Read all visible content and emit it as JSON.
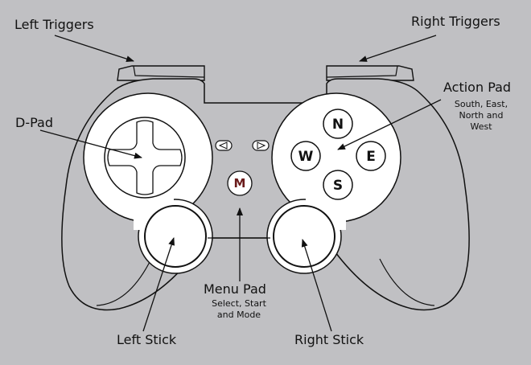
{
  "labels": {
    "left_triggers": "Left Triggers",
    "right_triggers": "Right Triggers",
    "action_pad": "Action Pad",
    "action_pad_sub": [
      "South, East,",
      "North and",
      "West"
    ],
    "d_pad": "D-Pad",
    "menu_pad": "Menu Pad",
    "menu_pad_sub": [
      "Select, Start",
      "and Mode"
    ],
    "left_stick": "Left Stick",
    "right_stick": "Right Stick"
  },
  "buttons": {
    "north": "N",
    "east": "E",
    "south": "S",
    "west": "W",
    "menu": "M"
  },
  "colors": {
    "background": "#c0c0c3",
    "controller_fill": "#ffffff",
    "outline": "#111111",
    "menu_letter": "#6a1a1a"
  }
}
